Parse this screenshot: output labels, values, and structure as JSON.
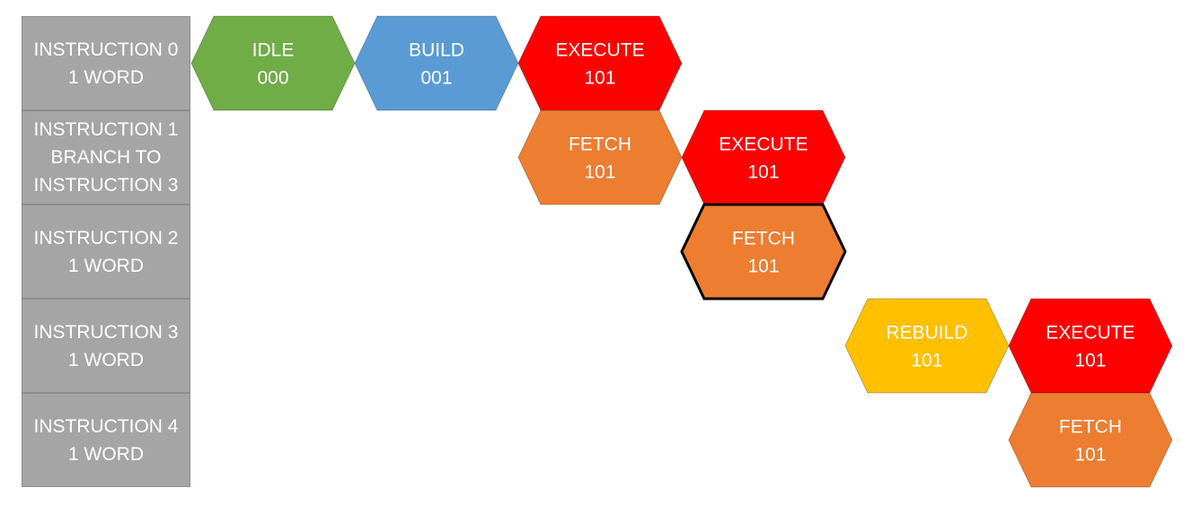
{
  "colors": {
    "label_fill": "#a5a5a5",
    "label_border": "#8c8c8c",
    "text": "#ffffff",
    "idle": "#70ad47",
    "build": "#5b9bd5",
    "execute": "#ff0000",
    "fetch": "#ed7d31",
    "rebuild": "#ffc000",
    "highlight_border": "#000000"
  },
  "rows": [
    {
      "lines": [
        "INSTRUCTION 0",
        "1 WORD"
      ]
    },
    {
      "lines": [
        "INSTRUCTION 1",
        "BRANCH TO",
        "INSTRUCTION 3"
      ]
    },
    {
      "lines": [
        "INSTRUCTION 2",
        "1 WORD"
      ]
    },
    {
      "lines": [
        "INSTRUCTION 3",
        "1 WORD"
      ]
    },
    {
      "lines": [
        "INSTRUCTION 4",
        "1 WORD"
      ]
    }
  ],
  "stages": [
    {
      "row": 0,
      "slot": 0,
      "name": "IDLE",
      "code": "000",
      "kind": "idle"
    },
    {
      "row": 0,
      "slot": 1,
      "name": "BUILD",
      "code": "001",
      "kind": "build"
    },
    {
      "row": 0,
      "slot": 2,
      "name": "EXECUTE",
      "code": "101",
      "kind": "execute"
    },
    {
      "row": 1,
      "slot": 2,
      "name": "FETCH",
      "code": "101",
      "kind": "fetch"
    },
    {
      "row": 1,
      "slot": 3,
      "name": "EXECUTE",
      "code": "101",
      "kind": "execute"
    },
    {
      "row": 2,
      "slot": 3,
      "name": "FETCH",
      "code": "101",
      "kind": "fetch",
      "highlighted": true
    },
    {
      "row": 3,
      "slot": 4,
      "name": "REBUILD",
      "code": "101",
      "kind": "rebuild"
    },
    {
      "row": 3,
      "slot": 5,
      "name": "EXECUTE",
      "code": "101",
      "kind": "execute"
    },
    {
      "row": 4,
      "slot": 5,
      "name": "FETCH",
      "code": "101",
      "kind": "fetch"
    }
  ]
}
